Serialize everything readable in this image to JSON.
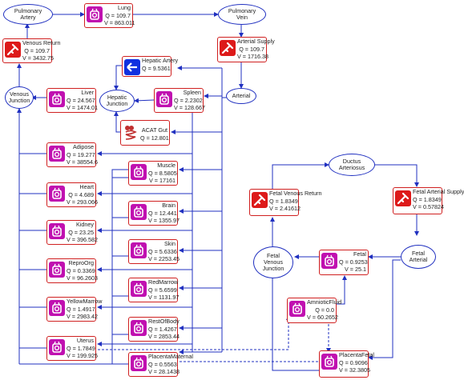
{
  "blocks": {
    "lung": {
      "name": "Lung",
      "q": "Q = 109.7",
      "v": "V = 863.011"
    },
    "venous_return": {
      "name": "Venous Return",
      "q": "Q = 109.7",
      "v": "V = 3432.75"
    },
    "arterial_supply": {
      "name": "Arterial Supply",
      "q": "Q = 109.7",
      "v": "V = 1716.38"
    },
    "hepatic_artery": {
      "name": "Hepatic Artery",
      "q": "Q = 9.5361"
    },
    "liver": {
      "name": "Liver",
      "q": "Q = 24.567",
      "v": "V = 1474.01"
    },
    "spleen": {
      "name": "Spleen",
      "q": "Q = 2.2302",
      "v": "V = 128.667"
    },
    "acat_gut": {
      "name": "ACAT Gut",
      "q": "Q = 12.801"
    },
    "adipose": {
      "name": "Adipose",
      "q": "Q = 19.277",
      "v": "V = 38554.6"
    },
    "muscle": {
      "name": "Muscle",
      "q": "Q = 8.5805",
      "v": "V = 17161"
    },
    "heart": {
      "name": "Heart",
      "q": "Q = 4.689",
      "v": "V = 293.066"
    },
    "brain": {
      "name": "Brain",
      "q": "Q = 12.441",
      "v": "V = 1355.97"
    },
    "kidney": {
      "name": "Kidney",
      "q": "Q = 23.25",
      "v": "V = 396.582"
    },
    "skin": {
      "name": "Skin",
      "q": "Q = 5.6336",
      "v": "V = 2253.45"
    },
    "repro_org": {
      "name": "ReproOrg",
      "q": "Q = 0.3369",
      "v": "V = 96.2603"
    },
    "red_marrow": {
      "name": "RedMarrow",
      "q": "Q = 5.6599",
      "v": "V = 1131.97"
    },
    "yellow_marrow": {
      "name": "YellowMarrow",
      "q": "Q = 1.4917",
      "v": "V = 2983.42"
    },
    "rest_of_body": {
      "name": "RestOfBody",
      "q": "Q = 1.4267",
      "v": "V = 2853.44"
    },
    "uterus": {
      "name": "Uterus",
      "q": "Q = 1.7849",
      "v": "V = 199.925"
    },
    "placenta_maternal": {
      "name": "PlacentaMaternal",
      "q": "Q = 0.5563",
      "v": "V = 28.1438"
    },
    "fetal_venous_return": {
      "name": "Fetal Venous Return",
      "q": "Q = 1.8349",
      "v": "V = 2.41612"
    },
    "fetal_arterial_supply": {
      "name": "Fetal Arterial Supply",
      "q": "Q = 1.8349",
      "v": "V = 0.57824"
    },
    "fetal": {
      "name": "Fetal",
      "q": "Q = 0.9253",
      "v": "V = 25.1"
    },
    "amniotic_fluid": {
      "name": "AmnioticFluid",
      "q": "Q = 0.0",
      "v": "V = 60.2652"
    },
    "placenta_fetal": {
      "name": "PlacentaFetal",
      "q": "Q = 0.9096",
      "v": "V = 32.3805"
    }
  },
  "nodes": {
    "pulmonary_artery": [
      "Pulmonary",
      "Artery"
    ],
    "pulmonary_vein": [
      "Pulmonary",
      "Vein"
    ],
    "venous_junction": [
      "Venous",
      "Junction"
    ],
    "arterial": [
      "Arterial"
    ],
    "hepatic_junction": [
      "Hepatic",
      "Junction"
    ],
    "ductus_arteriosus": [
      "Ductus",
      "Arteriosus"
    ],
    "fetal_venous_junction": [
      "Fetal",
      "Venous",
      "Junction"
    ],
    "fetal_arterial": [
      "Fetal",
      "Arterial"
    ]
  },
  "colors": {
    "line": "#2030c0",
    "border": "#d02020",
    "organ_icon": "#c010b0",
    "supply_icon": "#dd1a1a",
    "artery_icon": "#1030e0"
  }
}
